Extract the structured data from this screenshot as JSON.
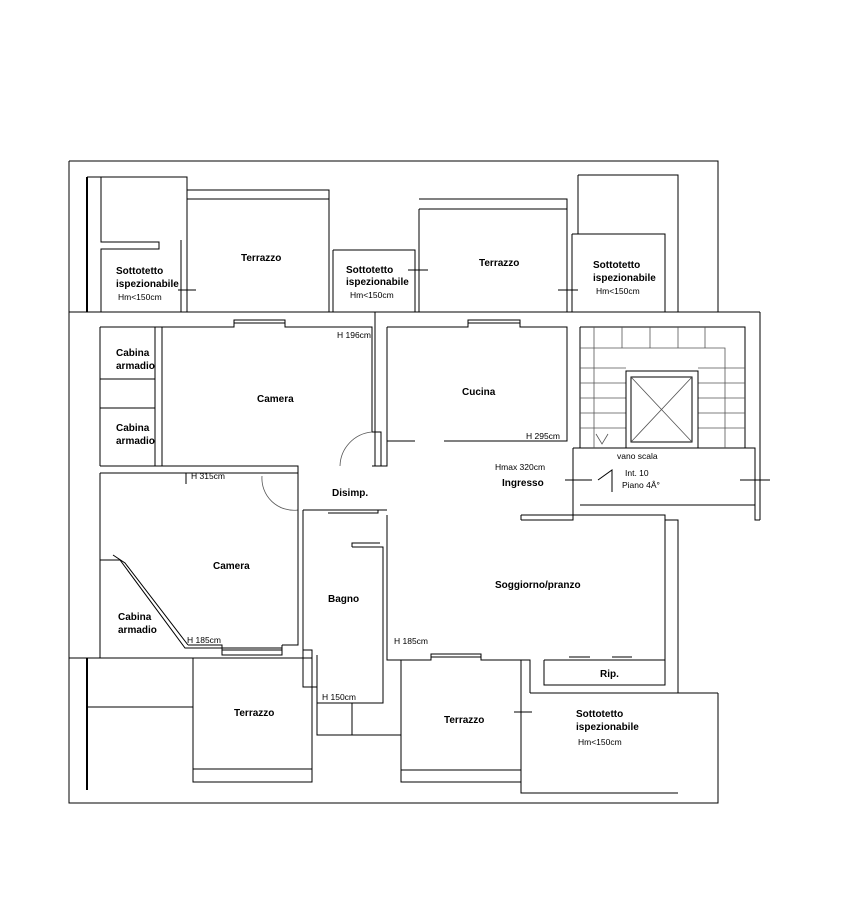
{
  "plan": {
    "rooms": {
      "sottotetto_1_a": "Sottotetto",
      "sottotetto_1_b": "ispezionabile",
      "sottotetto_1_h": "Hm<150cm",
      "terrazzo_1": "Terrazzo",
      "sottotetto_2_a": "Sottotetto",
      "sottotetto_2_b": "ispezionabile",
      "sottotetto_2_h": "Hm<150cm",
      "terrazzo_2": "Terrazzo",
      "sottotetto_3_a": "Sottotetto",
      "sottotetto_3_b": "ispezionabile",
      "sottotetto_3_h": "Hm<150cm",
      "cabina_1_a": "Cabina",
      "cabina_1_b": "armadio",
      "cabina_2_a": "Cabina",
      "cabina_2_b": "armadio",
      "camera_1": "Camera",
      "camera_1_h": "H 196cm",
      "cucina": "Cucina",
      "cucina_h": "H 295cm",
      "vano_scala": "vano scala",
      "int": "Int. 10",
      "piano": "Piano 4Â°",
      "hmax": "Hmax 320cm",
      "ingresso": "Ingresso",
      "disimp": "Disimp.",
      "h315": "H 315cm",
      "camera_2": "Camera",
      "cabina_3_a": "Cabina",
      "cabina_3_b": "armadio",
      "h185_a": "H 185cm",
      "bagno": "Bagno",
      "soggiorno": "Soggiorno/pranzo",
      "h185_b": "H 185cm",
      "rip": "Rip.",
      "h150": "H 150cm",
      "terrazzo_3": "Terrazzo",
      "terrazzo_4": "Terrazzo",
      "sottotetto_4_a": "Sottotetto",
      "sottotetto_4_b": "ispezionabile",
      "sottotetto_4_h": "Hm<150cm"
    }
  }
}
